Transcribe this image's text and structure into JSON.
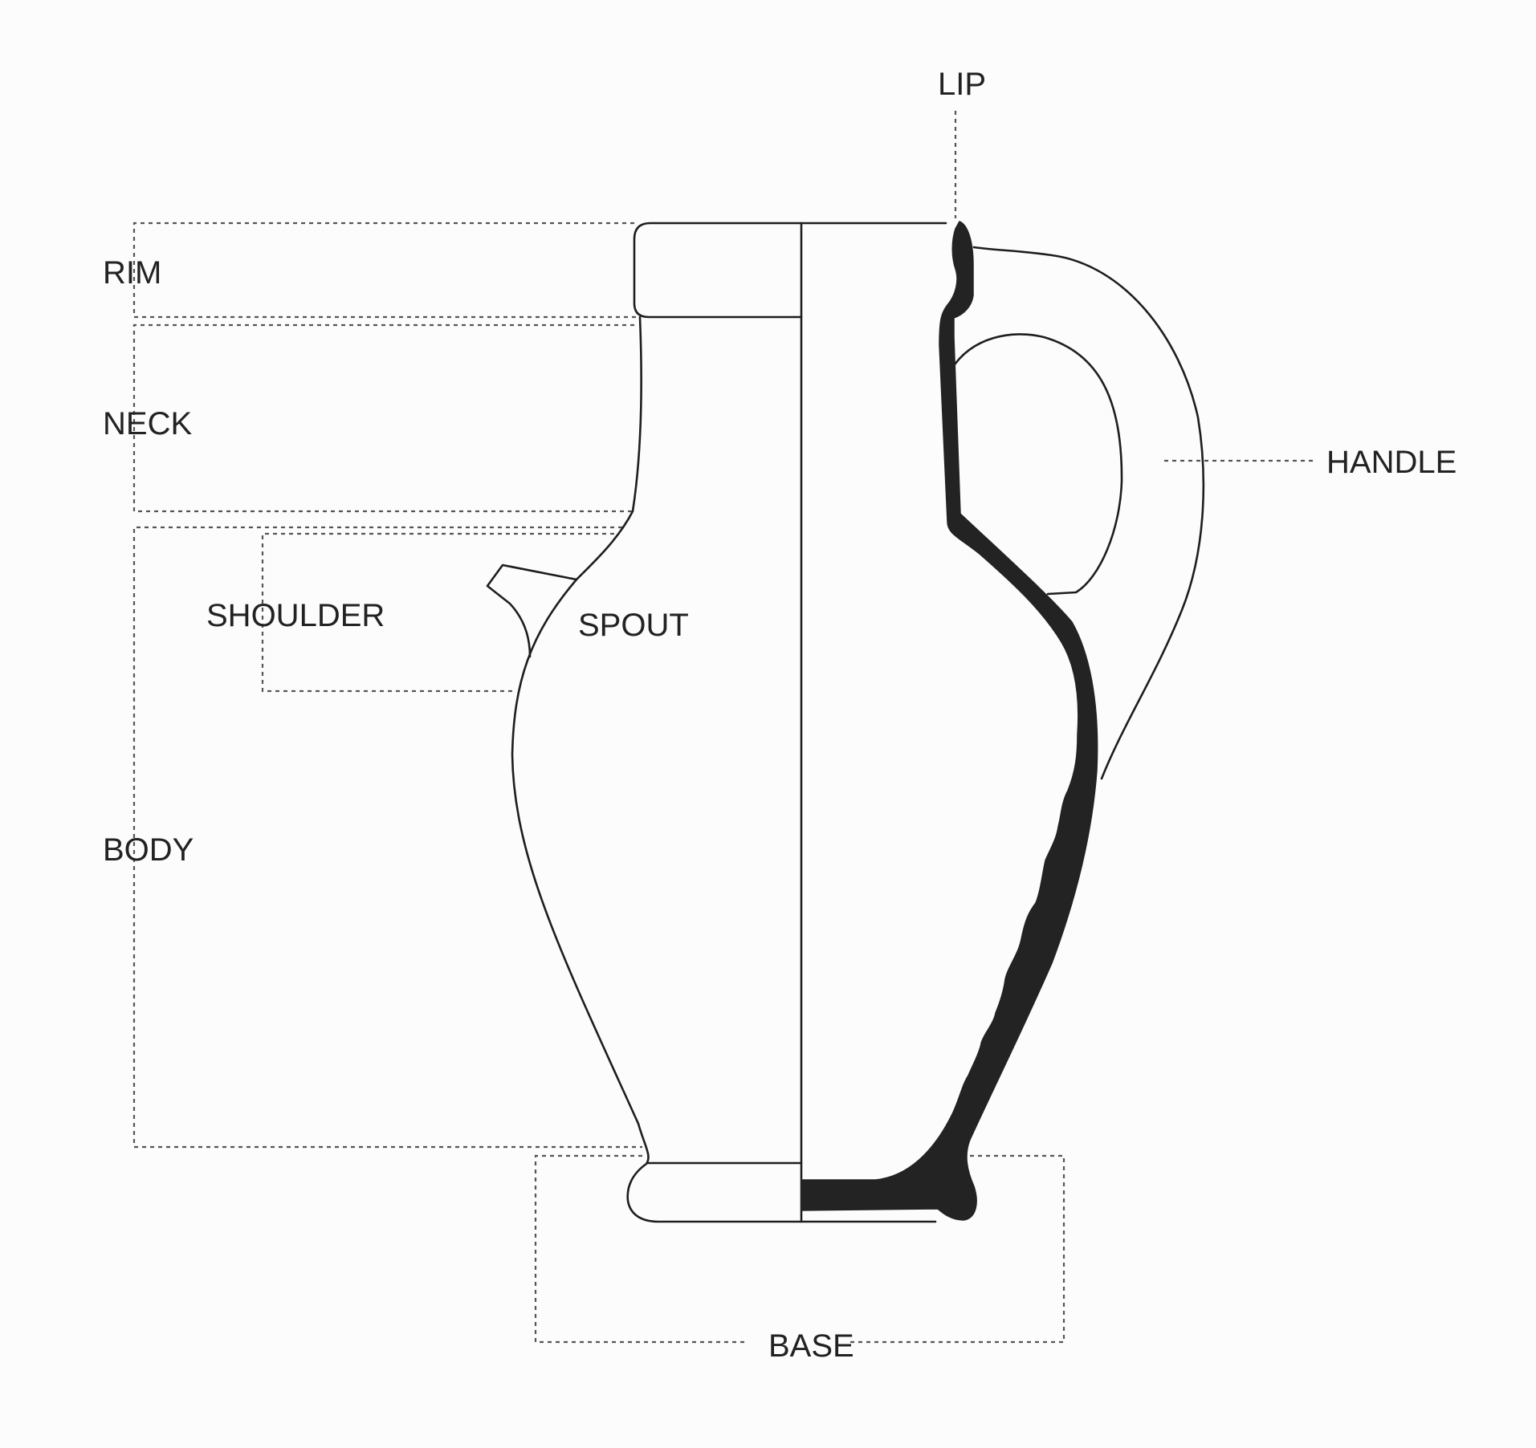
{
  "diagram": {
    "labels": {
      "lip": "LIP",
      "rim": "RIM",
      "neck": "NECK",
      "shoulder": "SHOULDER",
      "spout": "SPOUT",
      "body": "BODY",
      "handle": "HANDLE",
      "base": "BASE"
    },
    "colors": {
      "background": "#fcfcfc",
      "outline": "#1e1e1e",
      "section_fill": "#232323",
      "guide": "#555555"
    }
  }
}
